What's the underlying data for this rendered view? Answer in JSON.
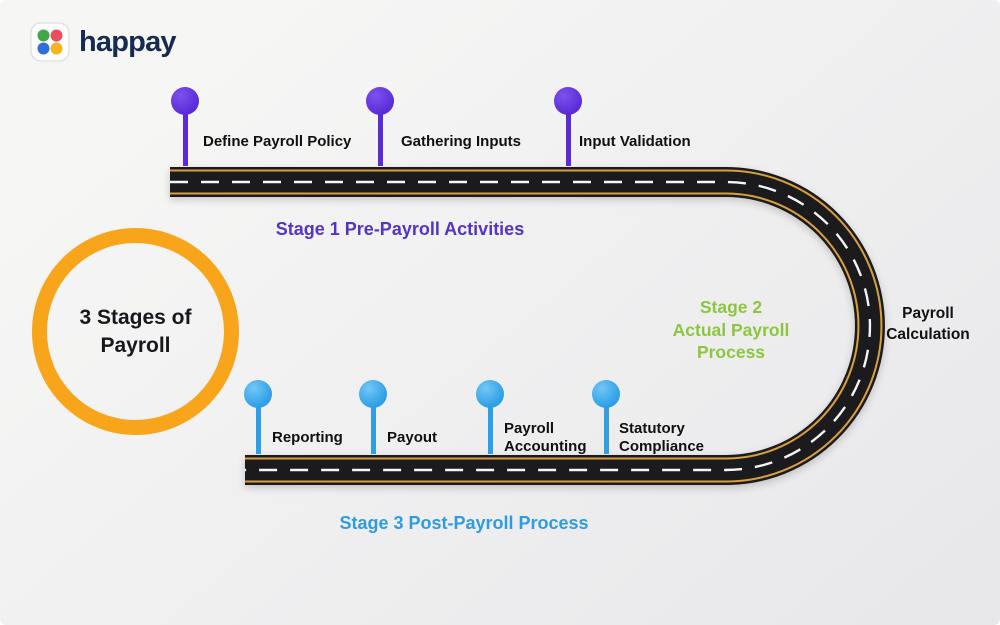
{
  "background": {
    "gradient_start": "#f6f6f5",
    "gradient_end": "#e7e7ea"
  },
  "logo": {
    "brand": "happay",
    "brand_color": "#172a4f",
    "icon_dots": [
      {
        "name": "green-dot",
        "color": "#3fa747"
      },
      {
        "name": "red-dot",
        "color": "#ee4d5f"
      },
      {
        "name": "blue-dot",
        "color": "#2f6fd9"
      },
      {
        "name": "yellow-dot",
        "color": "#f6b51c"
      }
    ]
  },
  "title_circle": {
    "lines": [
      "3 Stages of",
      "Payroll"
    ],
    "ring_color": "#f9a51b"
  },
  "road": {
    "asphalt": "#1b1b1d",
    "edge_line": "#d99f3e",
    "center_dash": "#f5f5f5"
  },
  "stage1": {
    "label": "Stage 1 Pre-Payroll Activities",
    "color": "#5433c6",
    "marker_color": "#5a2bd8",
    "milestones": [
      {
        "label": "Define Payroll Policy"
      },
      {
        "label": "Gathering Inputs"
      },
      {
        "label": "Input Validation"
      }
    ]
  },
  "stage2": {
    "lines": [
      "Stage 2",
      "Actual Payroll",
      "Process"
    ],
    "color": "#8cc63e",
    "side_label_lines": [
      "Payroll",
      "Calculation"
    ]
  },
  "stage3": {
    "label": "Stage 3 Post-Payroll Process",
    "color": "#2f9ce2",
    "marker_color": "#2e9fe6",
    "milestones": [
      {
        "label": "Reporting"
      },
      {
        "label": "Payout"
      },
      {
        "label": "Payroll Accounting"
      },
      {
        "label": "Statutory Compliance"
      }
    ]
  }
}
